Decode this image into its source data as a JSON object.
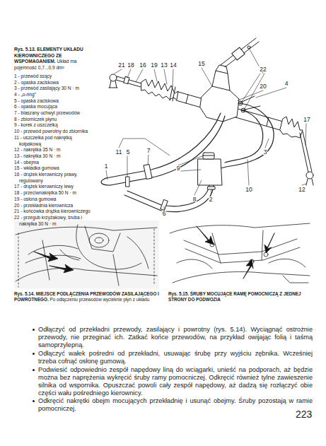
{
  "diagram": {
    "labels": [
      "Rys. 5.13. ELEMENTY UKŁADU KIEROWNICZEGO ZE WSPOMAGANIEM.",
      "Układ ma pojemność 0,7...0,9 dm³",
      "1 - przewód ssący",
      "2 - opaska zaciskowa",
      "3 - przewód zasilający 30 N · m",
      "4 - „o-ring”",
      "5 - opaska zaciskowa",
      "6 - opaska mocująca",
      "7 - blaszany uchwyt przewodów",
      "8 - zbiorniczek płynu",
      "9 - korek z uszczelką",
      "10 - przewód powrotny do zbiornika",
      "11 - uszczelka pod nakrętką kołpakową",
      "12 - nakrętka 35 N · m",
      "13 - nakrętka 30 N · m",
      "14 - obejma",
      "15 - wkładka gumowa",
      "16 - drążek kierowniczy prawy, regulowany",
      "17 - drążek kierowniczy lewy",
      "18 - przeciwnakrętka 50 N · m",
      "19 - osłona gumowa",
      "20 - przekładnia kierownicza",
      "21 - końcówka drążka kierowniczego",
      "22 - przegub krzyżakowy, śruba i nakrętka 30 N · m",
      "21",
      "18",
      "16",
      "19",
      "13",
      "14",
      "15",
      "22",
      "20",
      "4",
      "17",
      "9",
      "3",
      "11",
      "5",
      "1",
      "7",
      "6",
      "8",
      "2",
      "10",
      "12",
      "Rys. 5.14. MIEJSCE PODŁĄCZENIA PRZEWODÓW ZASILAJĄCEGO I POWROTNEGO.",
      "Po odłączeniu przewodów wycieknie płyn z układu",
      "Rys. 5.15. ŚRUBY MOCUJĄCE RAMĘ POMOCNICZĄ Z JEDNEJ STRONY DO PODWOZIA",
      "Odłączyć od przekładni przewody, zasilający i powrotny (rys. 5.14). Wyciągnąć ostrożnie przewody, nie przeginać ich. Zatkać końce przewodów, na przykład owijając folią i taśmą samoprzylepną.",
      "Odłączyć wałek pośredni od przekładni, usuwając śrubę przy wyjściu zębnika. Wcześniej trzeba cofnąć osłonę gumową.",
      "Podwiesić odpowiednio zespół napędowy liną do wciągarki, unieść na podporach, aż będzie można bez naprężenia wykręcić śruby ramy pomocniczej. Odkręcić również tylne zawieszenie silnika od wspornika. Opuszczać powoli cały zespół napędowy, aż dadzą się rozłączyć obie części wału pośredniego kierownicy.",
      "Odkręcić nakrętki obejm mocujących przekładnię i usunąć obejmy. Śruby pozostają w ramie pomocniczej.",
      "223"
    ]
  }
}
